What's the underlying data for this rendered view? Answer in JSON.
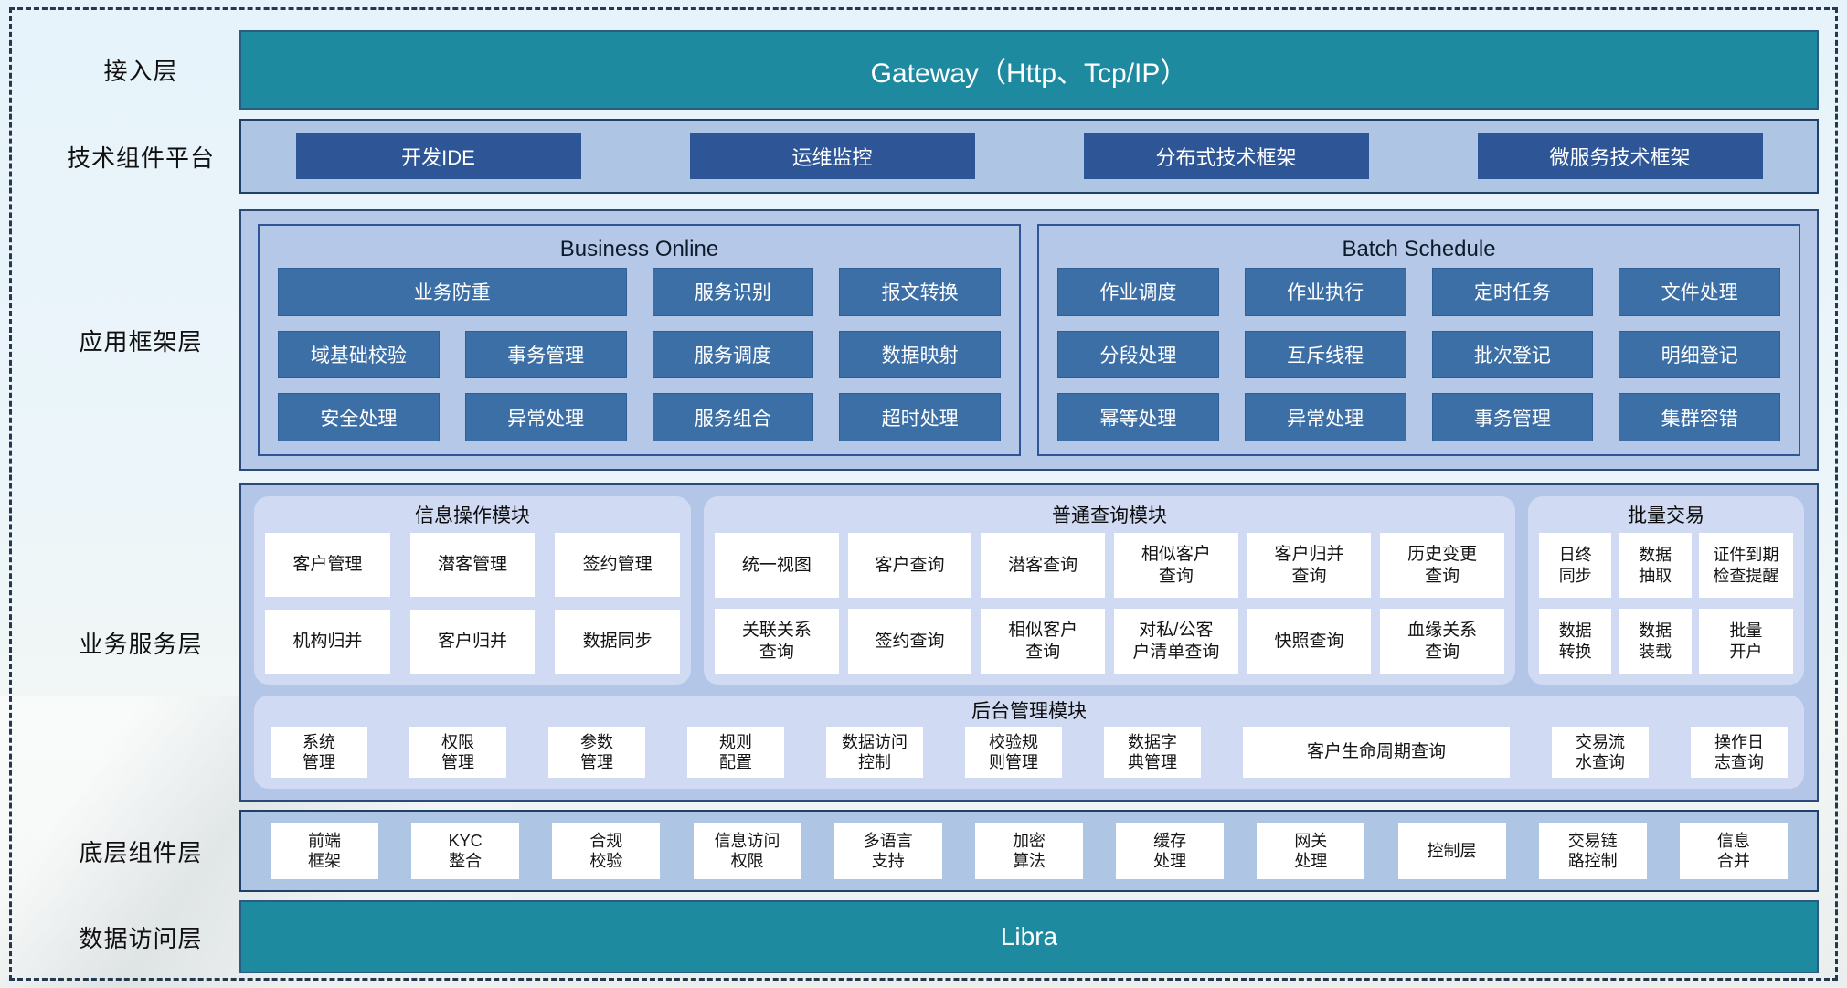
{
  "left_labels": {
    "access": "接入层",
    "tech": "技术组件平台",
    "app": "应用框架层",
    "service": "业务服务层",
    "component": "底层组件层",
    "data": "数据访问层"
  },
  "access_layer": {
    "gateway": "Gateway（Http、Tcp/IP）"
  },
  "tech_layer": {
    "items": [
      "开发IDE",
      "运维监控",
      "分布式技术框架",
      "微服务技术框架"
    ]
  },
  "app_layer": {
    "business_online": {
      "title": "Business Online",
      "items": [
        "业务防重",
        "服务识别",
        "报文转换",
        "域基础校验",
        "事务管理",
        "服务调度",
        "数据映射",
        "安全处理",
        "异常处理",
        "服务组合",
        "超时处理"
      ]
    },
    "batch_schedule": {
      "title": "Batch Schedule",
      "items": [
        "作业调度",
        "作业执行",
        "定时任务",
        "文件处理",
        "分段处理",
        "互斥线程",
        "批次登记",
        "明细登记",
        "幂等处理",
        "异常处理",
        "事务管理",
        "集群容错"
      ]
    }
  },
  "service_layer": {
    "info_module": {
      "title": "信息操作模块",
      "items": [
        "客户管理",
        "潜客管理",
        "签约管理",
        "机构归并",
        "客户归并",
        "数据同步"
      ]
    },
    "query_module": {
      "title": "普通查询模块",
      "items": [
        "统一视图",
        "客户查询",
        "潜客查询",
        "相似客户\n查询",
        "客户归并\n查询",
        "历史变更\n查询",
        "关联关系\n查询",
        "签约查询",
        "相似客户\n查询",
        "对私/公客\n户清单查询",
        "快照查询",
        "血缘关系\n查询"
      ]
    },
    "batch_module": {
      "title": "批量交易",
      "items": [
        "日终\n同步",
        "数据\n抽取",
        "证件到期\n检查提醒",
        "数据\n转换",
        "数据\n装载",
        "批量\n开户"
      ]
    },
    "admin_module": {
      "title": "后台管理模块",
      "items": [
        "系统\n管理",
        "权限\n管理",
        "参数\n管理",
        "规则\n配置",
        "数据访问\n控制",
        "校验规\n则管理",
        "数据字\n典管理",
        "客户生命周期查询",
        "交易流\n水查询",
        "操作日\n志查询"
      ]
    }
  },
  "component_layer": {
    "items": [
      "前端\n框架",
      "KYC\n整合",
      "合规\n校验",
      "信息访问\n权限",
      "多语言\n支持",
      "加密\n算法",
      "缓存\n处理",
      "网关\n处理",
      "控制层",
      "交易链\n路控制",
      "信息\n合并"
    ]
  },
  "data_layer": {
    "bar": "Libra"
  },
  "colors": {
    "teal_bar": "#1e8aa0",
    "navy_button": "#2e5596",
    "steel_button": "#3d6fa7",
    "container_light_blue": "#aec5e3",
    "framework_container": "#b5c8e8",
    "panel_periwinkle": "#d0daf3",
    "dashed_border": "#24384f"
  }
}
